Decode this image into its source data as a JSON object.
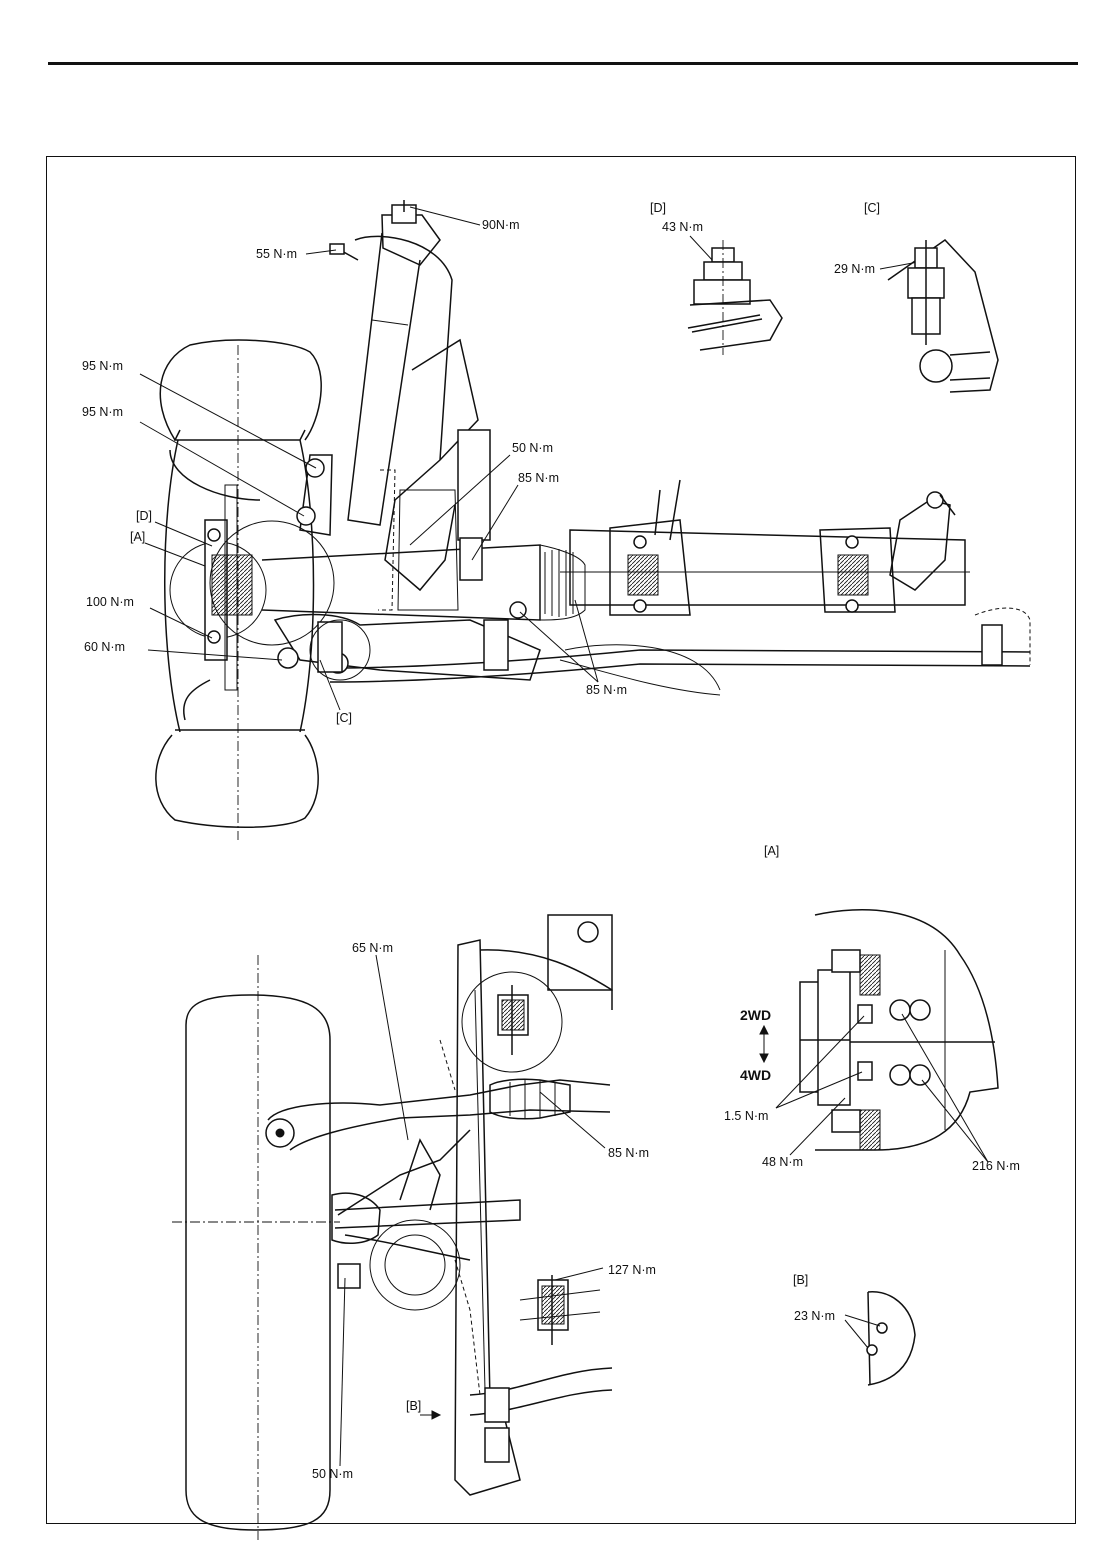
{
  "labels": {
    "top_90": "90N·m",
    "top_55": "55 N·m",
    "top_95a": "95 N·m",
    "top_95b": "95 N·m",
    "top_50": "50 N·m",
    "top_85a": "85 N·m",
    "top_D": "[D]",
    "top_A": "[A]",
    "top_100": "100 N·m",
    "top_60": "60 N·m",
    "top_85b": "85 N·m",
    "top_C": "[C]",
    "detD_title": "[D]",
    "detD_43": "43 N·m",
    "detC_title": "[C]",
    "detC_29": "29 N·m",
    "detA_title": "[A]",
    "detA_2wd": "2WD",
    "detA_4wd": "4WD",
    "detA_15": "1.5 N·m",
    "detA_48": "48 N·m",
    "detA_216": "216 N·m",
    "detB_title": "[B]",
    "detB_23": "23 N·m",
    "bot_65": "65 N·m",
    "bot_85": "85 N·m",
    "bot_127": "127 N·m",
    "bot_B": "[B]",
    "bot_50": "50 N·m"
  },
  "icons": [
    "arrow-up-down-icon",
    "arrow-right-icon"
  ],
  "colors": {
    "ink": "#111111",
    "paper": "#ffffff"
  }
}
